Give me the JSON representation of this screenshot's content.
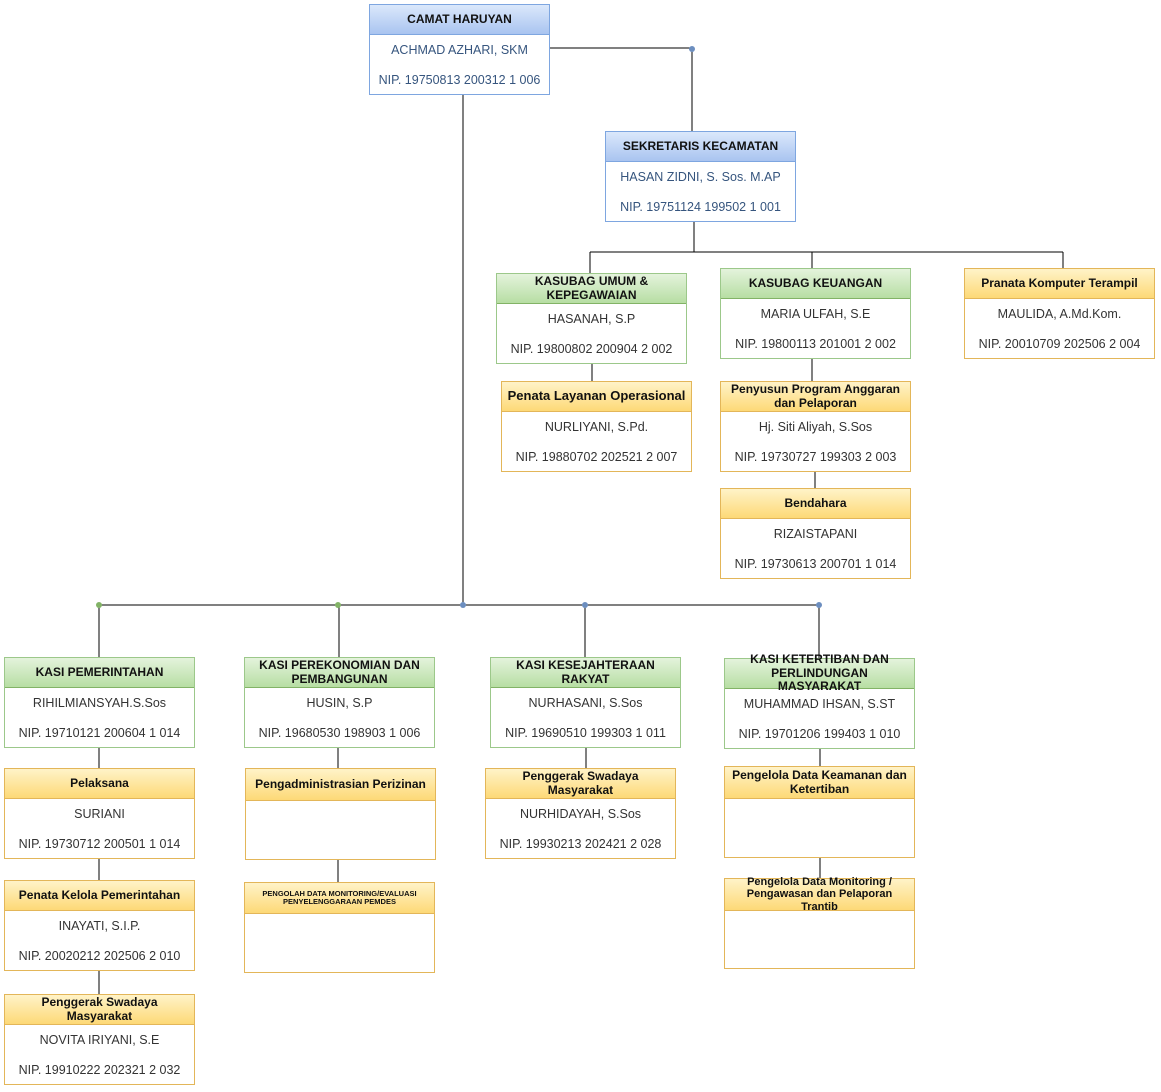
{
  "boxes": {
    "camat": {
      "title": "CAMAT HARUYAN",
      "name": "ACHMAD AZHARI, SKM",
      "nip": "NIP. 19750813 200312 1 006"
    },
    "sekcam": {
      "title": "SEKRETARIS KECAMATAN",
      "name": "HASAN ZIDNI, S. Sos. M.AP",
      "nip": "NIP. 19751124 199502 1 001"
    },
    "kasubag_umum": {
      "title": "KASUBAG UMUM & KEPEGAWAIAN",
      "name": "HASANAH, S.P",
      "nip": "NIP. 19800802 200904 2 002"
    },
    "kasubag_keuangan": {
      "title": "KASUBAG KEUANGAN",
      "name": "MARIA ULFAH, S.E",
      "nip": "NIP. 19800113 201001 2 002"
    },
    "pranata_komputer": {
      "title": "Pranata Komputer Terampil",
      "name": "MAULIDA, A.Md.Kom.",
      "nip": "NIP. 20010709 202506 2 004"
    },
    "penata_layanan": {
      "title": "Penata Layanan Operasional",
      "name": "NURLIYANI, S.Pd.",
      "nip": "NIP. 19880702 202521 2 007"
    },
    "penyusun_program": {
      "title": "Penyusun Program Anggaran dan Pelaporan",
      "name": "Hj. Siti Aliyah, S.Sos",
      "nip": "NIP. 19730727 199303 2 003"
    },
    "bendahara": {
      "title": "Bendahara",
      "name": "RIZAISTAPANI",
      "nip": "NIP. 19730613 200701 1 014"
    },
    "kasi_pemerintahan": {
      "title": "KASI PEMERINTAHAN",
      "name": "RIHILMIANSYAH.S.Sos",
      "nip": "NIP. 19710121 200604 1 014"
    },
    "kasi_perekonomian": {
      "title": "KASI PEREKONOMIAN DAN PEMBANGUNAN",
      "name": "HUSIN, S.P",
      "nip": "NIP. 19680530 198903 1 006"
    },
    "kasi_kesejahteraan": {
      "title": "KASI KESEJAHTERAAN RAKYAT",
      "name": "NURHASANI, S.Sos",
      "nip": "NIP. 19690510 199303 1 011"
    },
    "kasi_ketertiban": {
      "title": "KASI KETERTIBAN DAN PERLINDUNGAN MASYARAKAT",
      "name": "MUHAMMAD IHSAN, S.ST",
      "nip": "NIP. 19701206 199403 1 010"
    },
    "pelaksana": {
      "title": "Pelaksana",
      "name": "SURIANI",
      "nip": "NIP. 19730712 200501 1 014"
    },
    "penata_kelola": {
      "title": "Penata Kelola Pemerintahan",
      "name": "INAYATI, S.I.P.",
      "nip": "NIP. 20020212 202506 2 010"
    },
    "penggerak_1": {
      "title": "Penggerak Swadaya Masyarakat",
      "name": "NOVITA IRIYANI, S.E",
      "nip": "NIP. 19910222 202321 2 032"
    },
    "pengadministrasian": {
      "title": "Pengadministrasian Perizinan",
      "name": "",
      "nip": ""
    },
    "pengolah_data": {
      "title": "PENGOLAH DATA MONITORING/EVALUASI PENYELENGGARAAN PEMDES",
      "name": "",
      "nip": ""
    },
    "penggerak_2": {
      "title": "Penggerak Swadaya Masyarakat",
      "name": "NURHIDAYAH, S.Sos",
      "nip": "NIP. 19930213 202421 2 028"
    },
    "pengelola_keamanan": {
      "title": "Pengelola Data Keamanan dan Ketertiban",
      "name": "",
      "nip": ""
    },
    "pengelola_monitoring": {
      "title": "Pengelola Data Monitoring / Pengawasan dan Pelaporan Trantib",
      "name": "",
      "nip": ""
    }
  },
  "colors": {
    "blue_header": "#a9c4f0",
    "green_header": "#b7dea3",
    "yellow_header": "#fdd977",
    "connector": "#000000",
    "node_dot_blue": "#6c8ebf",
    "node_dot_green": "#82b366"
  }
}
